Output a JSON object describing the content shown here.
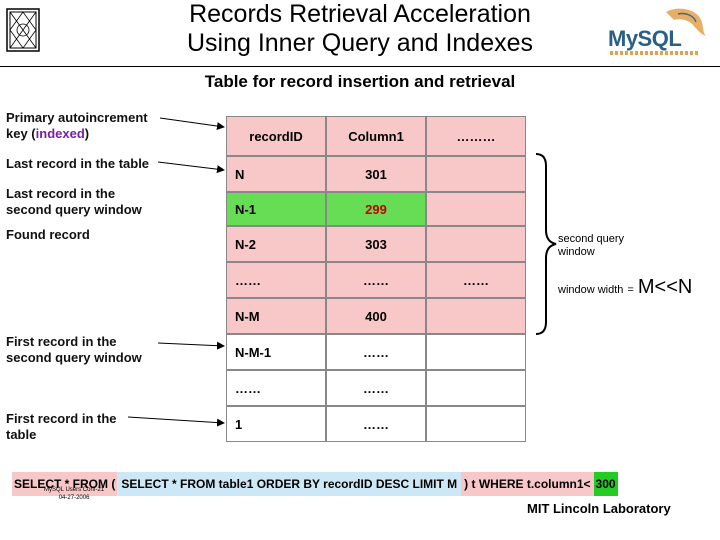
{
  "title": {
    "line1": "Records Retrieval Acceleration",
    "line2": "Using Inner Query and Indexes"
  },
  "logo": {
    "brand": "MySQL"
  },
  "subtitle": "Table for record insertion and retrieval",
  "labels": {
    "primary_pre": "Primary autoincrement",
    "primary_key": "key (",
    "primary_indexed": "indexed",
    "primary_close": ")",
    "last_record": "Last record in the table",
    "last_window_1": "Last record in the",
    "last_window_2": "second query window",
    "found": "Found record",
    "first_window_1": "First record in the",
    "first_window_2": "second query window",
    "first_table_1": "First record in the",
    "first_table_2": "table"
  },
  "table": {
    "headers": [
      "recordID",
      "Column1",
      "………"
    ],
    "rows": [
      [
        "N",
        "301",
        ""
      ],
      [
        "N-1",
        "299",
        ""
      ],
      [
        "N-2",
        "303",
        ""
      ],
      [
        "……",
        "……",
        "……"
      ],
      [
        "N-M",
        "400",
        ""
      ],
      [
        "N-M-1",
        "……",
        ""
      ],
      [
        "……",
        "……",
        ""
      ],
      [
        "1",
        "……",
        ""
      ]
    ]
  },
  "bracket": {
    "second_query_1": "second query",
    "second_query_2": "window",
    "window_width": "window width",
    "equals": "=",
    "formula": "M<<N"
  },
  "sql": {
    "part1": "SELECT * FROM (",
    "part2": "SELECT * FROM table1 ORDER BY recordID DESC LIMIT M",
    "part3": ") t WHERE t.column1<",
    "value": "300"
  },
  "footer": {
    "event_line1": "MySQL Users Conf-21",
    "event_line2": "04-27-2006",
    "lab": "MIT Lincoln Laboratory"
  },
  "colors": {
    "pink": "#f8c8c8",
    "green": "#66dd55",
    "sql_blue": "#cce8f6",
    "accent_purple": "#7a1fa2",
    "red": "#c00000"
  }
}
